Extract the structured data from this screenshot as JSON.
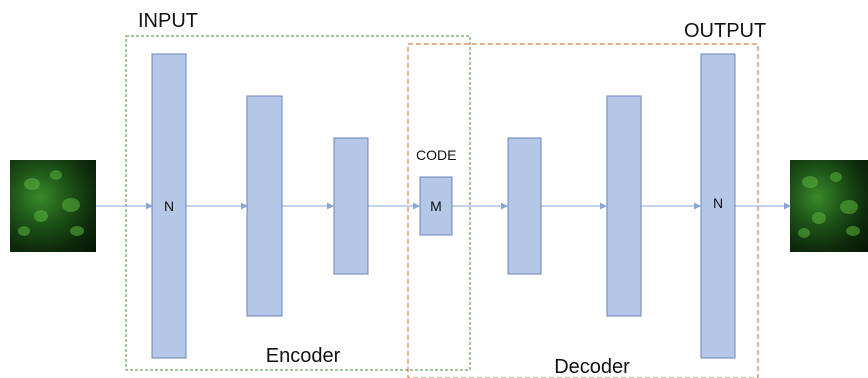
{
  "labels": {
    "input": "INPUT",
    "output": "OUTPUT",
    "code": "CODE",
    "encoder": "Encoder",
    "decoder": "Decoder"
  },
  "layers": {
    "input_layer": "N",
    "code_layer": "M",
    "output_layer": "N"
  },
  "colors": {
    "layer_fill": "#b4c7e7",
    "encoder_border": "#4e8a3a",
    "decoder_border": "#c8642a",
    "arrow": "#8aa6d6"
  },
  "images": {
    "input_icon": "green-cell-image",
    "output_icon": "green-cell-image"
  }
}
